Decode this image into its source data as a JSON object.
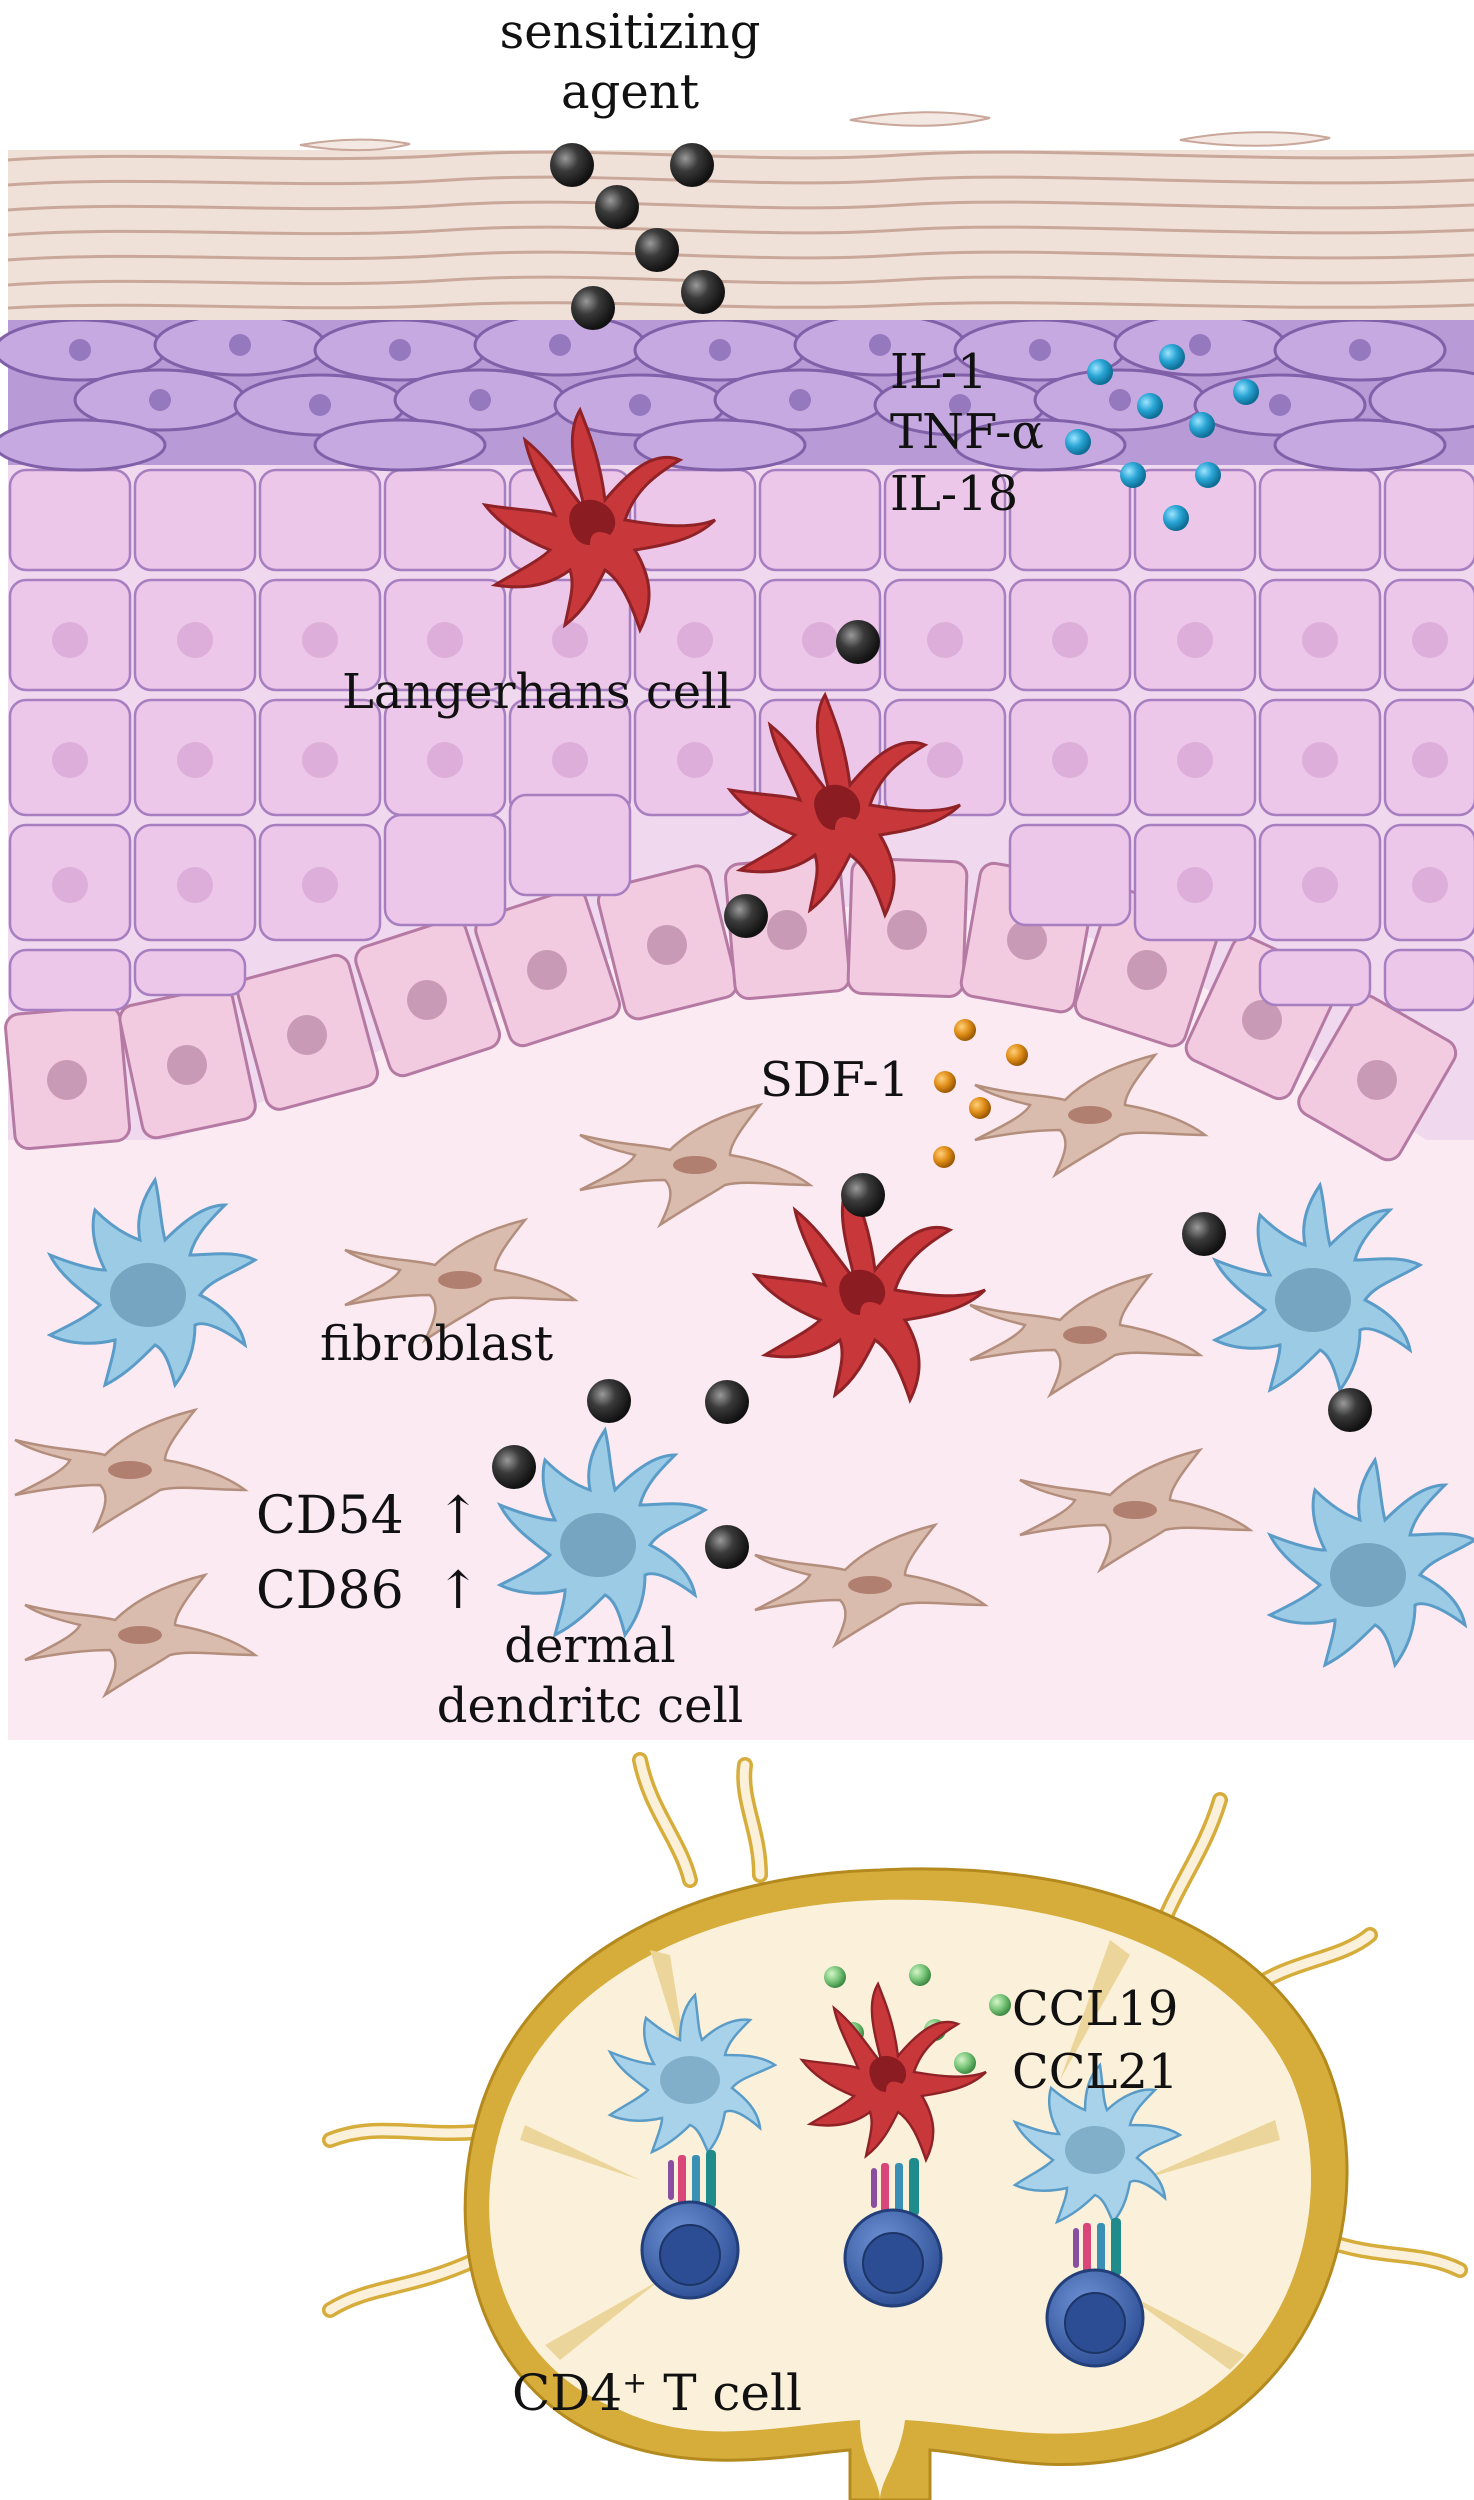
{
  "labels": {
    "sensitizing_agent_line1": "sensitizing",
    "sensitizing_agent_line2": "agent",
    "cytokine_1": "IL-1",
    "cytokine_2": "TNF-α",
    "cytokine_3": "IL-18",
    "langerhans": "Langerhans cell",
    "sdf1": "SDF-1",
    "fibroblast": "fibroblast",
    "cd54": "CD54",
    "cd86": "CD86",
    "up_arrow": "↑",
    "dermal_line1": "dermal",
    "dermal_line2": "dendritc cell",
    "ccl19": "CCL19",
    "ccl21": "CCL21",
    "tcell_main": "CD4",
    "tcell_sup": "+",
    "tcell_rest": " T cell"
  },
  "colors": {
    "stratum_corneum": "#efe0d8",
    "corneum_line": "#c9a79a",
    "granulosum": "#b79ad6",
    "spinosum": "#f0d8ef",
    "cell_border": "#a77fc0",
    "basal_cell": "#f2cbe0",
    "dermis": "#fbeaf2",
    "langerhans_cell": "#c8373a",
    "dendritic_cell": "#9ccbe6",
    "fibroblast": "#d9bcae",
    "sensitizer": "#333333",
    "cytokine_dot": "#2aa6d6",
    "sdf1_dot": "#e08d17",
    "chemokine_dot": "#7cc77c",
    "lymph_node_capsule": "#d6ac3a",
    "lymph_node_interior": "#fbf1da",
    "t_cell": "#3e66b2"
  }
}
